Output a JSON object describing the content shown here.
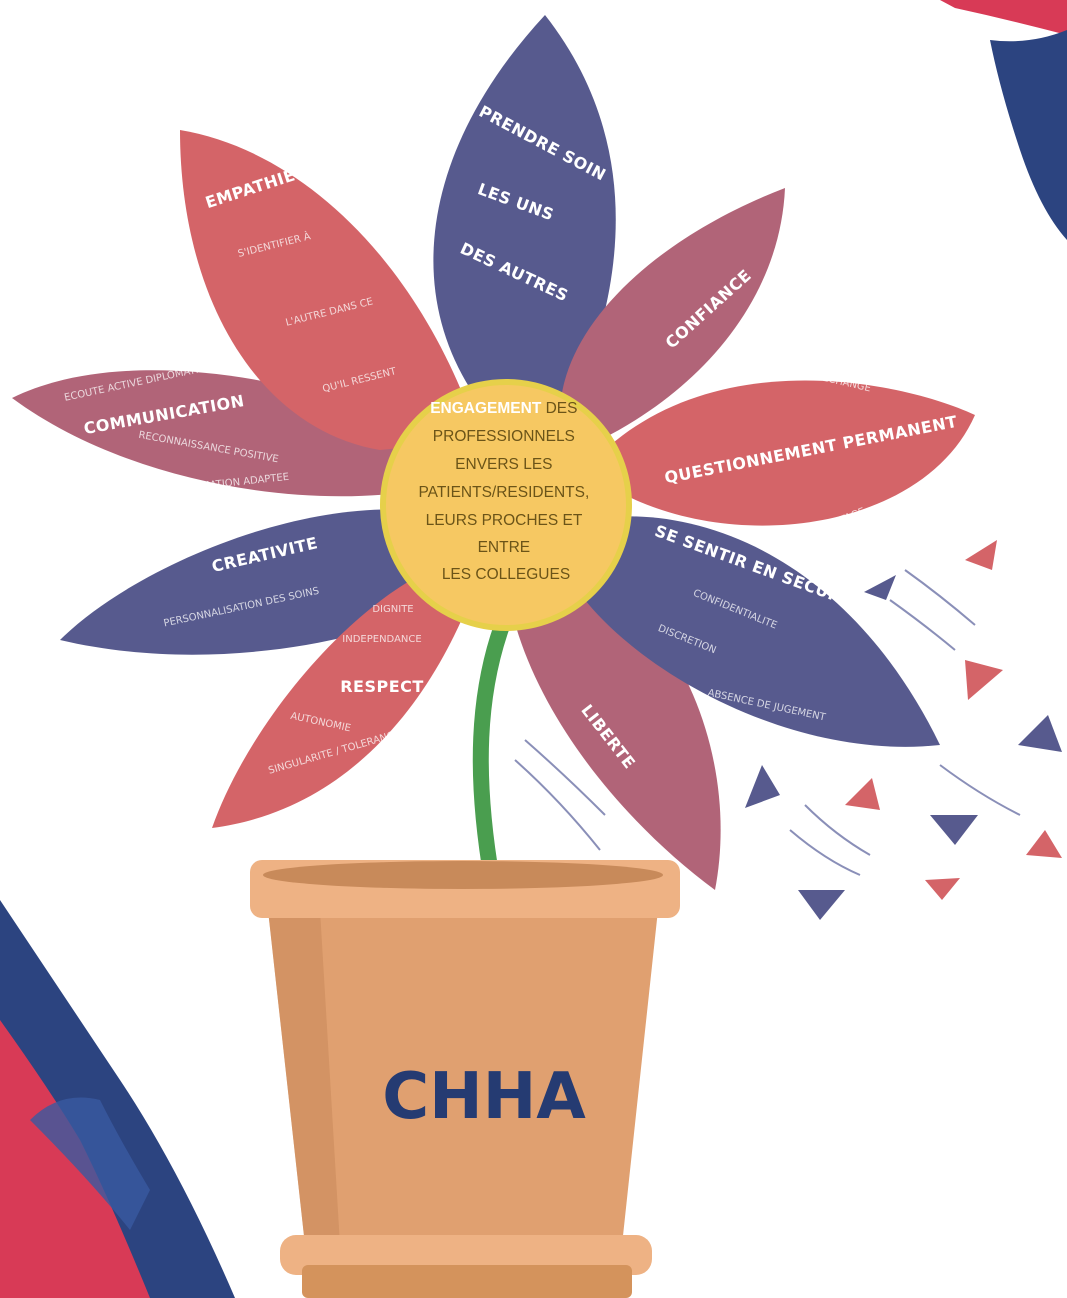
{
  "center": {
    "highlight": "ENGAGEMENT",
    "lines": [
      "DES",
      "PROFESSIONNELS",
      "ENVERS LES",
      "PATIENTS/RESIDENTS,",
      "LEURS PROCHES ET",
      "ENTRE",
      "LES COLLEGUES"
    ]
  },
  "pot": {
    "label": "CHHA"
  },
  "petals": {
    "prendre_soin": {
      "lines": [
        "PRENDRE SOIN",
        "LES UNS",
        "DES AUTRES"
      ]
    },
    "empathie": {
      "title": "EMPATHIE",
      "subs": [
        "S'IDENTIFIER À",
        "L'AUTRE DANS CE",
        "QU'IL RESSENT"
      ]
    },
    "confiance": {
      "title": "CONFIANCE"
    },
    "communication": {
      "title": "COMMUNICATION",
      "subs": [
        "ECOUTE ACTIVE   DIPLOMATIE",
        "RECONNAISSANCE POSITIVE",
        "INFORMATION ADAPTEE"
      ]
    },
    "questionnement": {
      "title": "QUESTIONNEMENT PERMANENT",
      "subs": [
        "ECHANGE",
        "PARTAGE"
      ]
    },
    "creativite": {
      "title": "CREATIVITE",
      "subs": [
        "PERSONNALISATION DES SOINS"
      ]
    },
    "securite": {
      "title": "SE SENTIR  EN SECURITE",
      "subs": [
        "CONFIDENTIALITE",
        "DISCRETION",
        "ABSENCE DE JUGEMENT"
      ]
    },
    "respect": {
      "title": "RESPECT",
      "subs": [
        "DIGNITE",
        "INDEPENDANCE",
        "AUTONOMIE",
        "SINGULARITE / TOLERANCE"
      ]
    },
    "liberte": {
      "title": "LIBERTE"
    }
  },
  "colors": {
    "blue_petal": "#575a8e",
    "coral_petal": "#d46468",
    "mauve_petal": "#b16478",
    "center": "#f6c862",
    "stem": "#4a9e4f",
    "pot": "#e0a070",
    "pot_text": "#253b72",
    "red_accent": "#d83a56",
    "navy_accent": "#2c4480"
  }
}
